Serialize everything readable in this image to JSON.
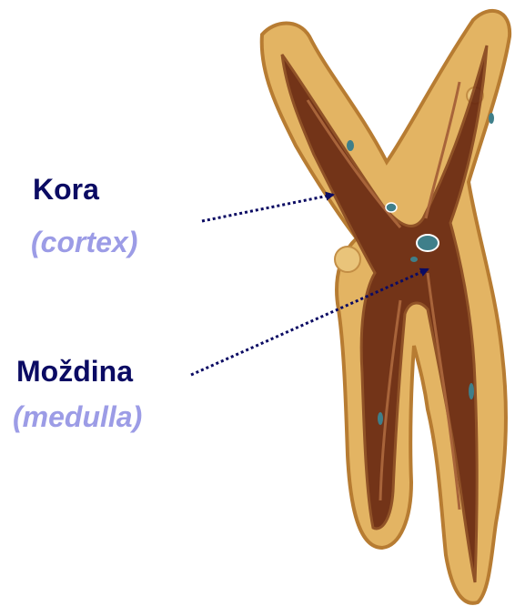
{
  "labels": {
    "cortex": {
      "name": "Kora",
      "latin": "(cortex)"
    },
    "medulla": {
      "name": "Moždina",
      "latin": "(medulla)"
    }
  },
  "colors": {
    "label_main": "#0b0b63",
    "label_sub": "#9c9ce6",
    "arrow": "#0b0b63",
    "cortex_fill": "#e3b463",
    "cortex_edge": "#b77c32",
    "medulla_fill": "#6a2a12",
    "vessel": "#3f7f8a"
  }
}
